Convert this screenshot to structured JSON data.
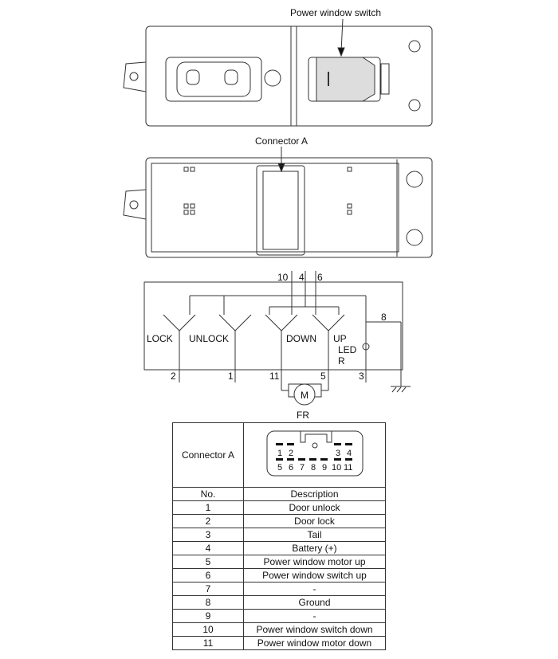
{
  "labels": {
    "power_window_switch": "Power window switch",
    "connector_a": "Connector A"
  },
  "schematic": {
    "pins_top": [
      "10",
      "4",
      "6"
    ],
    "pin_8": "8",
    "switches": [
      "LOCK",
      "UNLOCK",
      "DOWN",
      "UP"
    ],
    "led": "LED",
    "resistor": "R",
    "pins_bottom": [
      "2",
      "1",
      "11",
      "5",
      "3"
    ],
    "motor": "M",
    "motor_label": "FR"
  },
  "connector_face": {
    "top_pins": [
      "1",
      "2",
      "3",
      "4"
    ],
    "bottom_pins": [
      "5",
      "6",
      "7",
      "8",
      "9",
      "10",
      "11"
    ]
  },
  "table": {
    "connector_label": "Connector A",
    "headers": [
      "No.",
      "Description"
    ],
    "rows": [
      [
        "1",
        "Door unlock"
      ],
      [
        "2",
        "Door lock"
      ],
      [
        "3",
        "Tail"
      ],
      [
        "4",
        "Battery (+)"
      ],
      [
        "5",
        "Power window motor up"
      ],
      [
        "6",
        "Power window switch up"
      ],
      [
        "7",
        "-"
      ],
      [
        "8",
        "Ground"
      ],
      [
        "9",
        "-"
      ],
      [
        "10",
        "Power window switch down"
      ],
      [
        "11",
        "Power window motor down"
      ]
    ]
  }
}
